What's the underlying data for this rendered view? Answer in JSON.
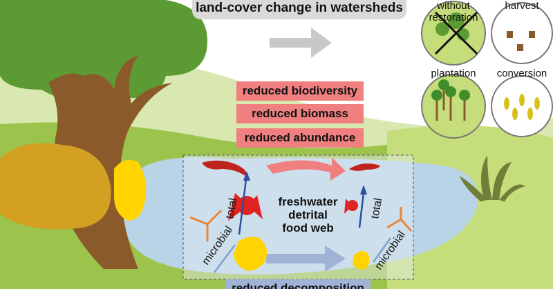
{
  "header": {
    "title": "land-cover change in watersheds"
  },
  "scenarios": [
    {
      "id": "without-restoration",
      "label": "without restoration"
    },
    {
      "id": "harvest",
      "label": "harvest"
    },
    {
      "id": "plantation",
      "label": "plantation"
    },
    {
      "id": "conversion",
      "label": "conversion"
    }
  ],
  "effects": {
    "biodiversity": "reduced biodiversity",
    "biomass": "reduced biomass",
    "abundance": "reduced abundance"
  },
  "food_web": {
    "title_line1": "freshwater",
    "title_line2": "detrital",
    "title_line3": "food web",
    "left_total": "total",
    "left_microbial": "microbial",
    "right_total": "total",
    "right_microbial": "microbial"
  },
  "bottom": {
    "label": "reduced decomposition"
  },
  "colors": {
    "effect_box": "#f08080",
    "decomposition_box": "#9fb3d6",
    "header_box": "#d9d9d9",
    "grass": "#9cc44c",
    "water": "#b9d4e6",
    "tree_canopy": "#5c9b33",
    "tree_trunk": "#8b5a2b",
    "invertebrate": "#e02424",
    "fungus": "#ffd400"
  }
}
